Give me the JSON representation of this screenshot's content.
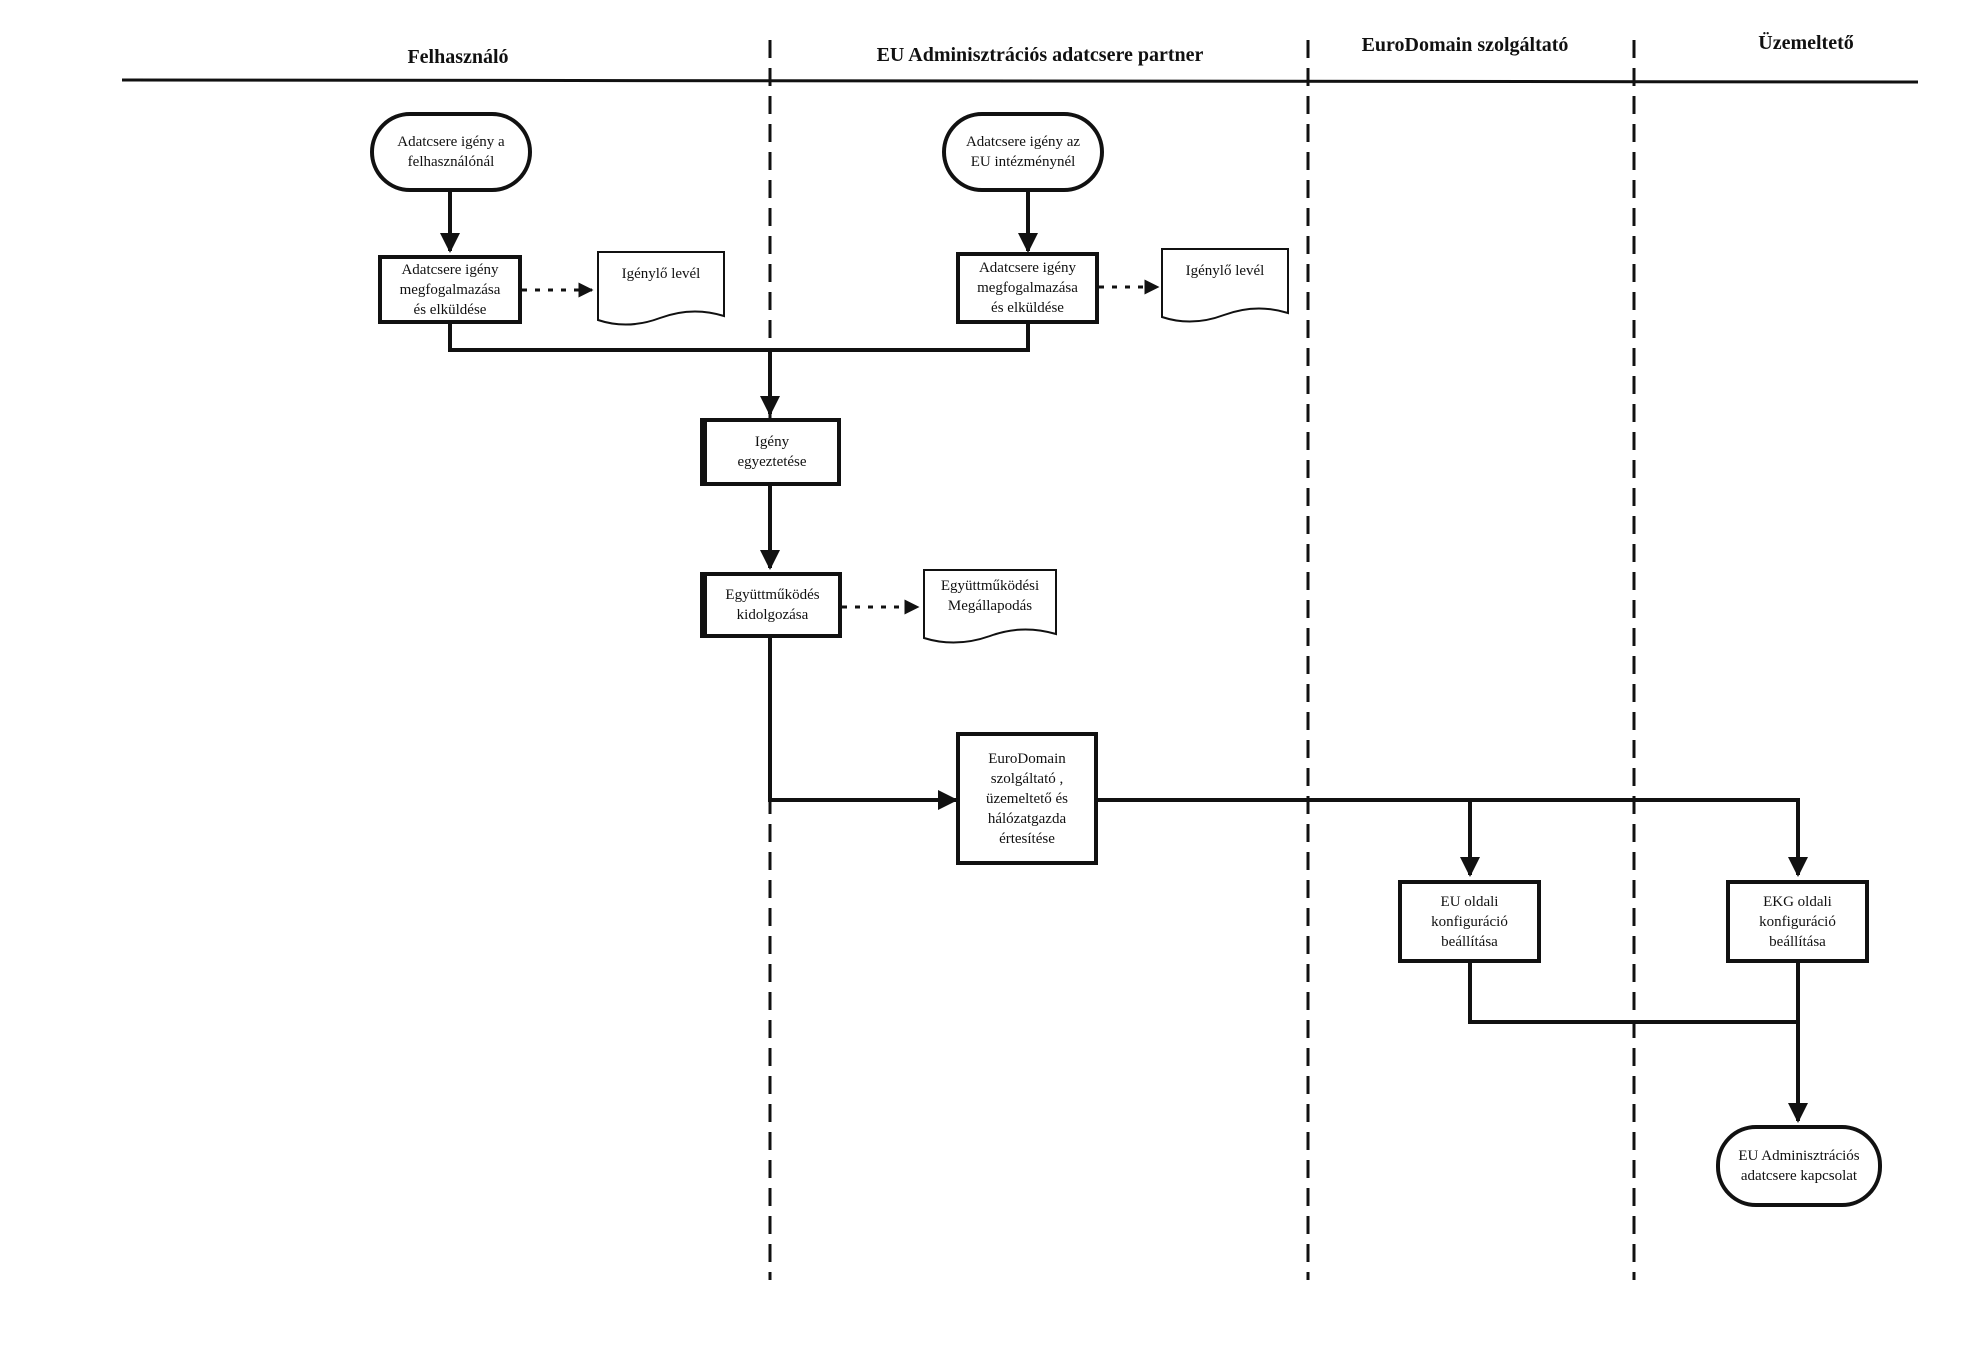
{
  "lanes": [
    {
      "id": "user",
      "title": "Felhasználó"
    },
    {
      "id": "partner",
      "title": "EU Adminisztrációs adatcsere partner"
    },
    {
      "id": "provider",
      "title": "EuroDomain szolgáltató"
    },
    {
      "id": "operator",
      "title": "Üzemeltető"
    }
  ],
  "nodes": {
    "start_user": {
      "lines": [
        "Adatcsere igény a",
        "felhasználónál"
      ]
    },
    "send_user": {
      "lines": [
        "Adatcsere igény",
        "megfogalmazása",
        "és elküldése"
      ]
    },
    "doc_user": {
      "lines": [
        "Igénylő levél"
      ]
    },
    "start_partner": {
      "lines": [
        "Adatcsere igény  az",
        "EU intézménynél"
      ]
    },
    "send_partner": {
      "lines": [
        "Adatcsere igény",
        "megfogalmazása",
        "és elküldése"
      ]
    },
    "doc_partner": {
      "lines": [
        "Igénylő levél"
      ]
    },
    "reconcile": {
      "lines": [
        "Igény",
        "egyeztetése"
      ]
    },
    "cooperation": {
      "lines": [
        "Együttműködés",
        "kidolgozása"
      ]
    },
    "agreement": {
      "lines": [
        "Együttműködési",
        "Megállapodás"
      ]
    },
    "notify": {
      "lines": [
        "EuroDomain",
        "szolgáltató ,",
        "üzemeltető  és",
        "hálózatgazda",
        "értesítése"
      ]
    },
    "eu_config": {
      "lines": [
        "EU oldali",
        "konfiguráció",
        "beállítása"
      ]
    },
    "ekg_config": {
      "lines": [
        "EKG oldali",
        "konfiguráció",
        "beállítása"
      ]
    },
    "end": {
      "lines": [
        "EU Adminisztrációs",
        "adatcsere  kapcsolat"
      ]
    }
  }
}
